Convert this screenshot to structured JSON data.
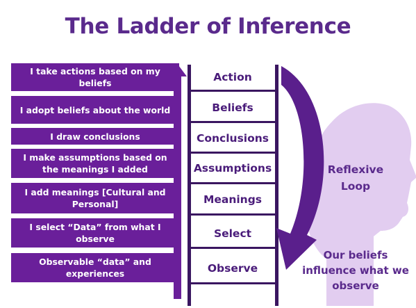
{
  "title": "The Ladder of Inference",
  "statements": [
    "I take actions based on my beliefs",
    "I adopt beliefs about the world",
    "I draw conclusions",
    "I make assumptions based on the meanings I added",
    "I add meanings [Cultural and Personal]",
    "I select “Data” from what I observe",
    "Observable “data” and experiences"
  ],
  "rungs": [
    "Action",
    "Beliefs",
    "Conclusions",
    "Assumptions",
    "Meanings",
    "Select",
    "Observe"
  ],
  "loop_label": "Reflexive Loop",
  "beliefs_note": "Our beliefs influence what we observe",
  "colors": {
    "title": "#5a2a8c",
    "box": "#6a1f9a",
    "ladder": "#3a1660",
    "arrow": "#6a1f9a",
    "loop_arrow": "#5a1f8c",
    "head": "#e2cdf0"
  }
}
